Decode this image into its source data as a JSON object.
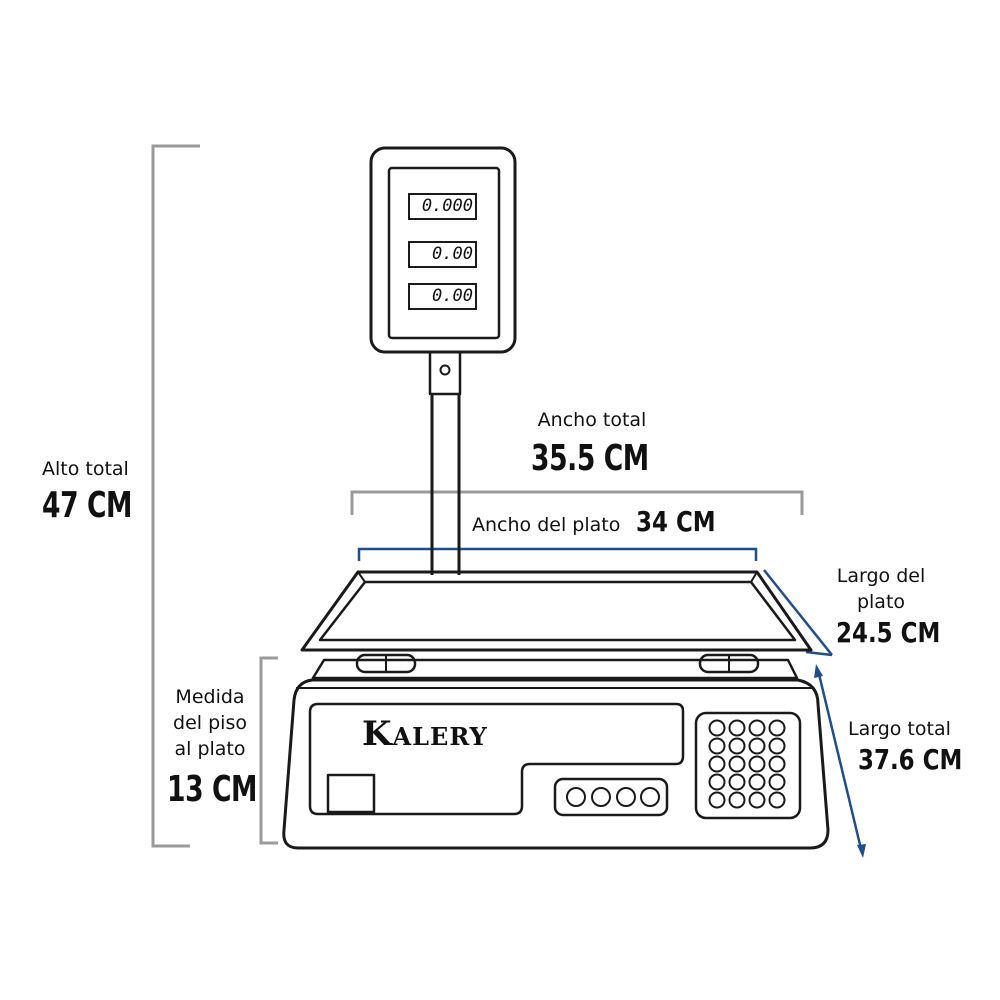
{
  "colors": {
    "outline": "#1a1a1a",
    "gray_dimension": "#9a9a9a",
    "blue_dimension": "#1f4e8c"
  },
  "display": {
    "readouts": [
      "0.000",
      "0.00",
      "0.00"
    ]
  },
  "brand": "Kalery",
  "dimensions": {
    "total_height": {
      "label": "Alto total",
      "value": "47 CM"
    },
    "total_width": {
      "label": "Ancho total",
      "value": "35.5 CM"
    },
    "plate_width": {
      "label": "Ancho del plato",
      "value": "34 CM"
    },
    "plate_length": {
      "label_line1": "Largo del",
      "label_line2": "plato",
      "value": "24.5 CM"
    },
    "total_length": {
      "label": "Largo total",
      "value": "37.6 CM"
    },
    "floor_to_plate": {
      "label_line1": "Medida",
      "label_line2": "del piso",
      "label_line3": "al plato",
      "value": "13 CM"
    }
  }
}
